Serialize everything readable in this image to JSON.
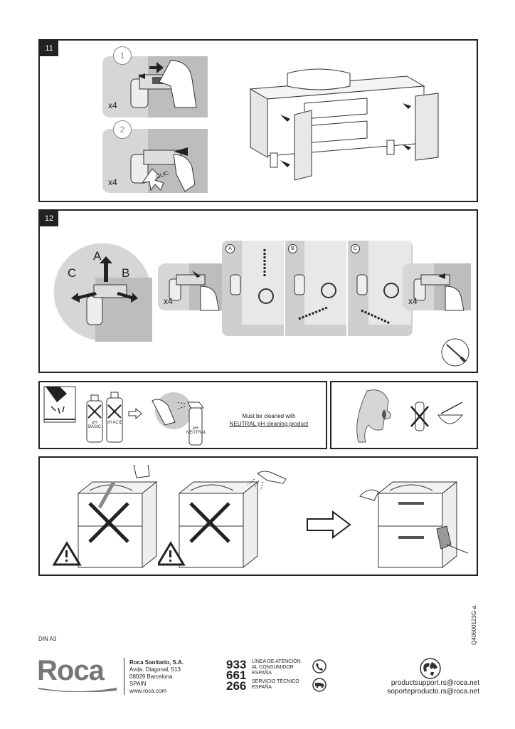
{
  "steps": {
    "s11": {
      "number": "11",
      "sub1": "1",
      "sub2": "2",
      "mult1": "x4",
      "mult2": "x4",
      "click": "CLIC"
    },
    "s12": {
      "number": "12",
      "letterA": "A",
      "letterB": "B",
      "letterC": "C",
      "mult_left": "x4",
      "mult_right": "x4",
      "tagA": "A",
      "tagB": "B",
      "tagC": "C"
    }
  },
  "cleaning": {
    "ph_basic": "pH BASIC",
    "ph_acid": "pH ACID",
    "ph_neutral": "pH NEUTRAL",
    "note_line1": "Must be cleaned with",
    "note_line2": "NEUTRAL pH cleaning product"
  },
  "footer": {
    "din": "DIN A3",
    "doc_code": "Q40600123G-a",
    "logo": "Roca",
    "company": "Roca Sanitario, S.A.",
    "addr1": "Avda. Diagonal, 513",
    "addr2": "08029 Barcelona",
    "addr3": "SPAIN",
    "web": "www.roca.com",
    "phone1": "933",
    "phone2": "661",
    "phone3": "266",
    "hotline1a": "LÍNEA DE ATENCIÓN",
    "hotline1b": "AL CONSUMIDOR",
    "hotline1c": "ESPAÑA",
    "hotline2a": "SERVICIO TÉCNICO",
    "hotline2b": "ESPAÑA",
    "email1": "productsupport.rs@roca.net",
    "email2": "soporteproducto.rs@roca.net",
    "icons": [
      "phone-icon",
      "truck-icon",
      "globe-icon",
      "warning-icon",
      "screwdriver-icon"
    ]
  }
}
